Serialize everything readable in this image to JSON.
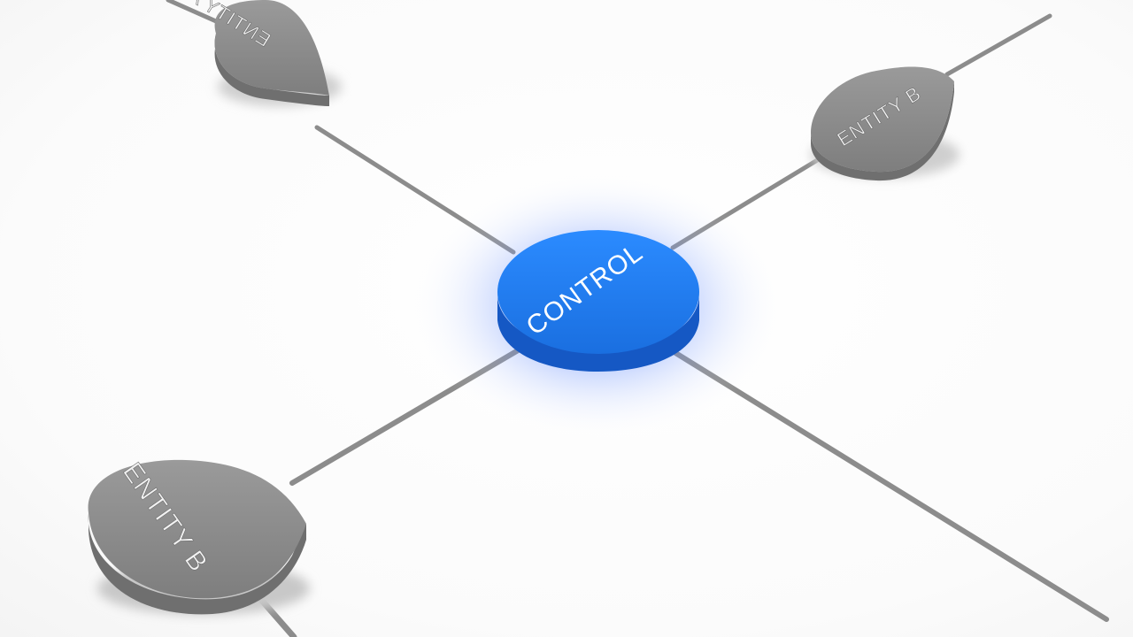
{
  "diagram": {
    "center": {
      "label": "CONTROL",
      "color": "#1f7bea",
      "glow": "#2a5cff"
    },
    "nodes": [
      {
        "key": "top_left",
        "label": "ENTITY A",
        "color": "#8a8a8a"
      },
      {
        "key": "top_right",
        "label": "ENTITY B",
        "color": "#8a8a8a"
      },
      {
        "key": "bottom_left",
        "label": "ENTITY B",
        "color": "#8a8a8a"
      }
    ],
    "connector_color": "#8c8c8c"
  }
}
